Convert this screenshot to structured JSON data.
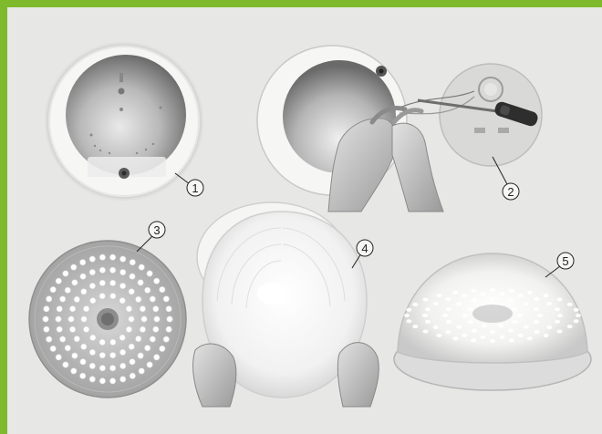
{
  "steps": [
    {
      "number": "1"
    },
    {
      "number": "2"
    },
    {
      "number": "3"
    },
    {
      "number": "4"
    },
    {
      "number": "5"
    }
  ],
  "colors": {
    "frame": "#7fba2c",
    "panel": "#e7e7e5",
    "fixture_white": "#f4f4f2",
    "metal_dark": "#555555",
    "led": "#ffffff"
  },
  "icons": [
    "base-plate-icon",
    "screwdriver-icon",
    "led-board-icon",
    "diffuser-dome-icon",
    "assembled-lamp-icon"
  ]
}
